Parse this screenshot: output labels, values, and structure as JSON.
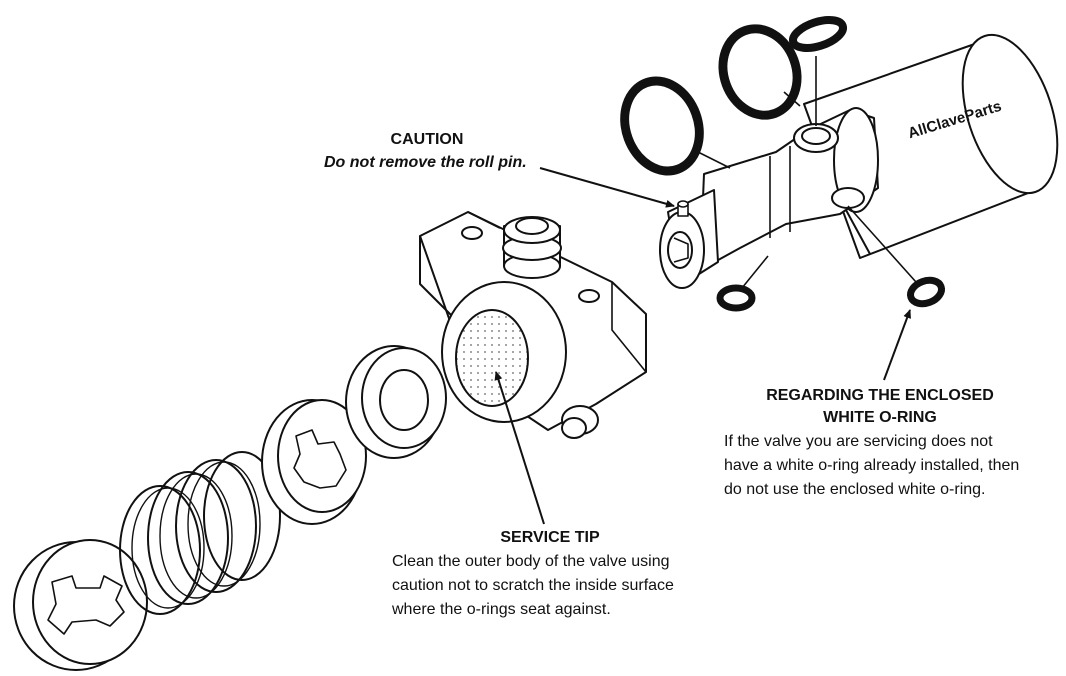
{
  "callouts": {
    "caution": {
      "heading": "CAUTION",
      "text": "Do not remove the roll pin."
    },
    "regarding": {
      "heading_line1": "REGARDING THE ENCLOSED",
      "heading_line2": "WHITE O-RING",
      "line1": "If the valve you are servicing does not",
      "line2": "have a white o-ring already installed, then",
      "line3": "do not use the enclosed white o-ring."
    },
    "service_tip": {
      "heading": "SERVICE TIP",
      "line1": "Clean the outer body of the valve using",
      "line2": "caution not to scratch the inside surface",
      "line3": "where the o-rings seat against."
    }
  },
  "brand": "AllClaveParts",
  "colors": {
    "line": "#111111",
    "fill": "#ffffff",
    "stipple": "#777777"
  }
}
